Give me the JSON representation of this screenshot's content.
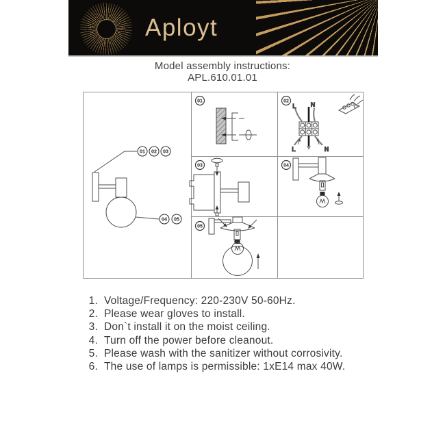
{
  "header": {
    "brand": "Aployt"
  },
  "title": "Model assembly instructions:",
  "model_code": "APL.610.01.01",
  "colors": {
    "banner_bg": "#0d0b09",
    "gold": "#c49c5e",
    "logo_text": "#dcc094",
    "body_text": "#3b3b3b",
    "diagram_line": "#4d4d4d"
  },
  "diagram": {
    "panels": [
      {
        "badge": "01"
      },
      {
        "badge": "02"
      },
      {
        "badge": "03"
      },
      {
        "badge": "04"
      },
      {
        "badge": "05"
      }
    ],
    "callouts": {
      "top": [
        "01",
        "02",
        "03"
      ],
      "bottom": [
        "04",
        "05"
      ]
    },
    "wiring": {
      "top_left": "L",
      "top_right": "N",
      "bottom_left": "L",
      "bottom_right": "N"
    }
  },
  "instructions": [
    {
      "num": "1.",
      "text": "Voltage/Frequency: 220-230V 50-60Hz."
    },
    {
      "num": "2.",
      "text": "Please wear gloves to install."
    },
    {
      "num": "3.",
      "text": "Don`t install it on the moist ceiling."
    },
    {
      "num": "4.",
      "text": "Turn off the power before cleanout."
    },
    {
      "num": "5.",
      "text": "Please wash with the sanitizer without corrosivity."
    },
    {
      "num": "6.",
      "text": "The use of lamps is permissible: 1xE14 max 40W."
    }
  ]
}
